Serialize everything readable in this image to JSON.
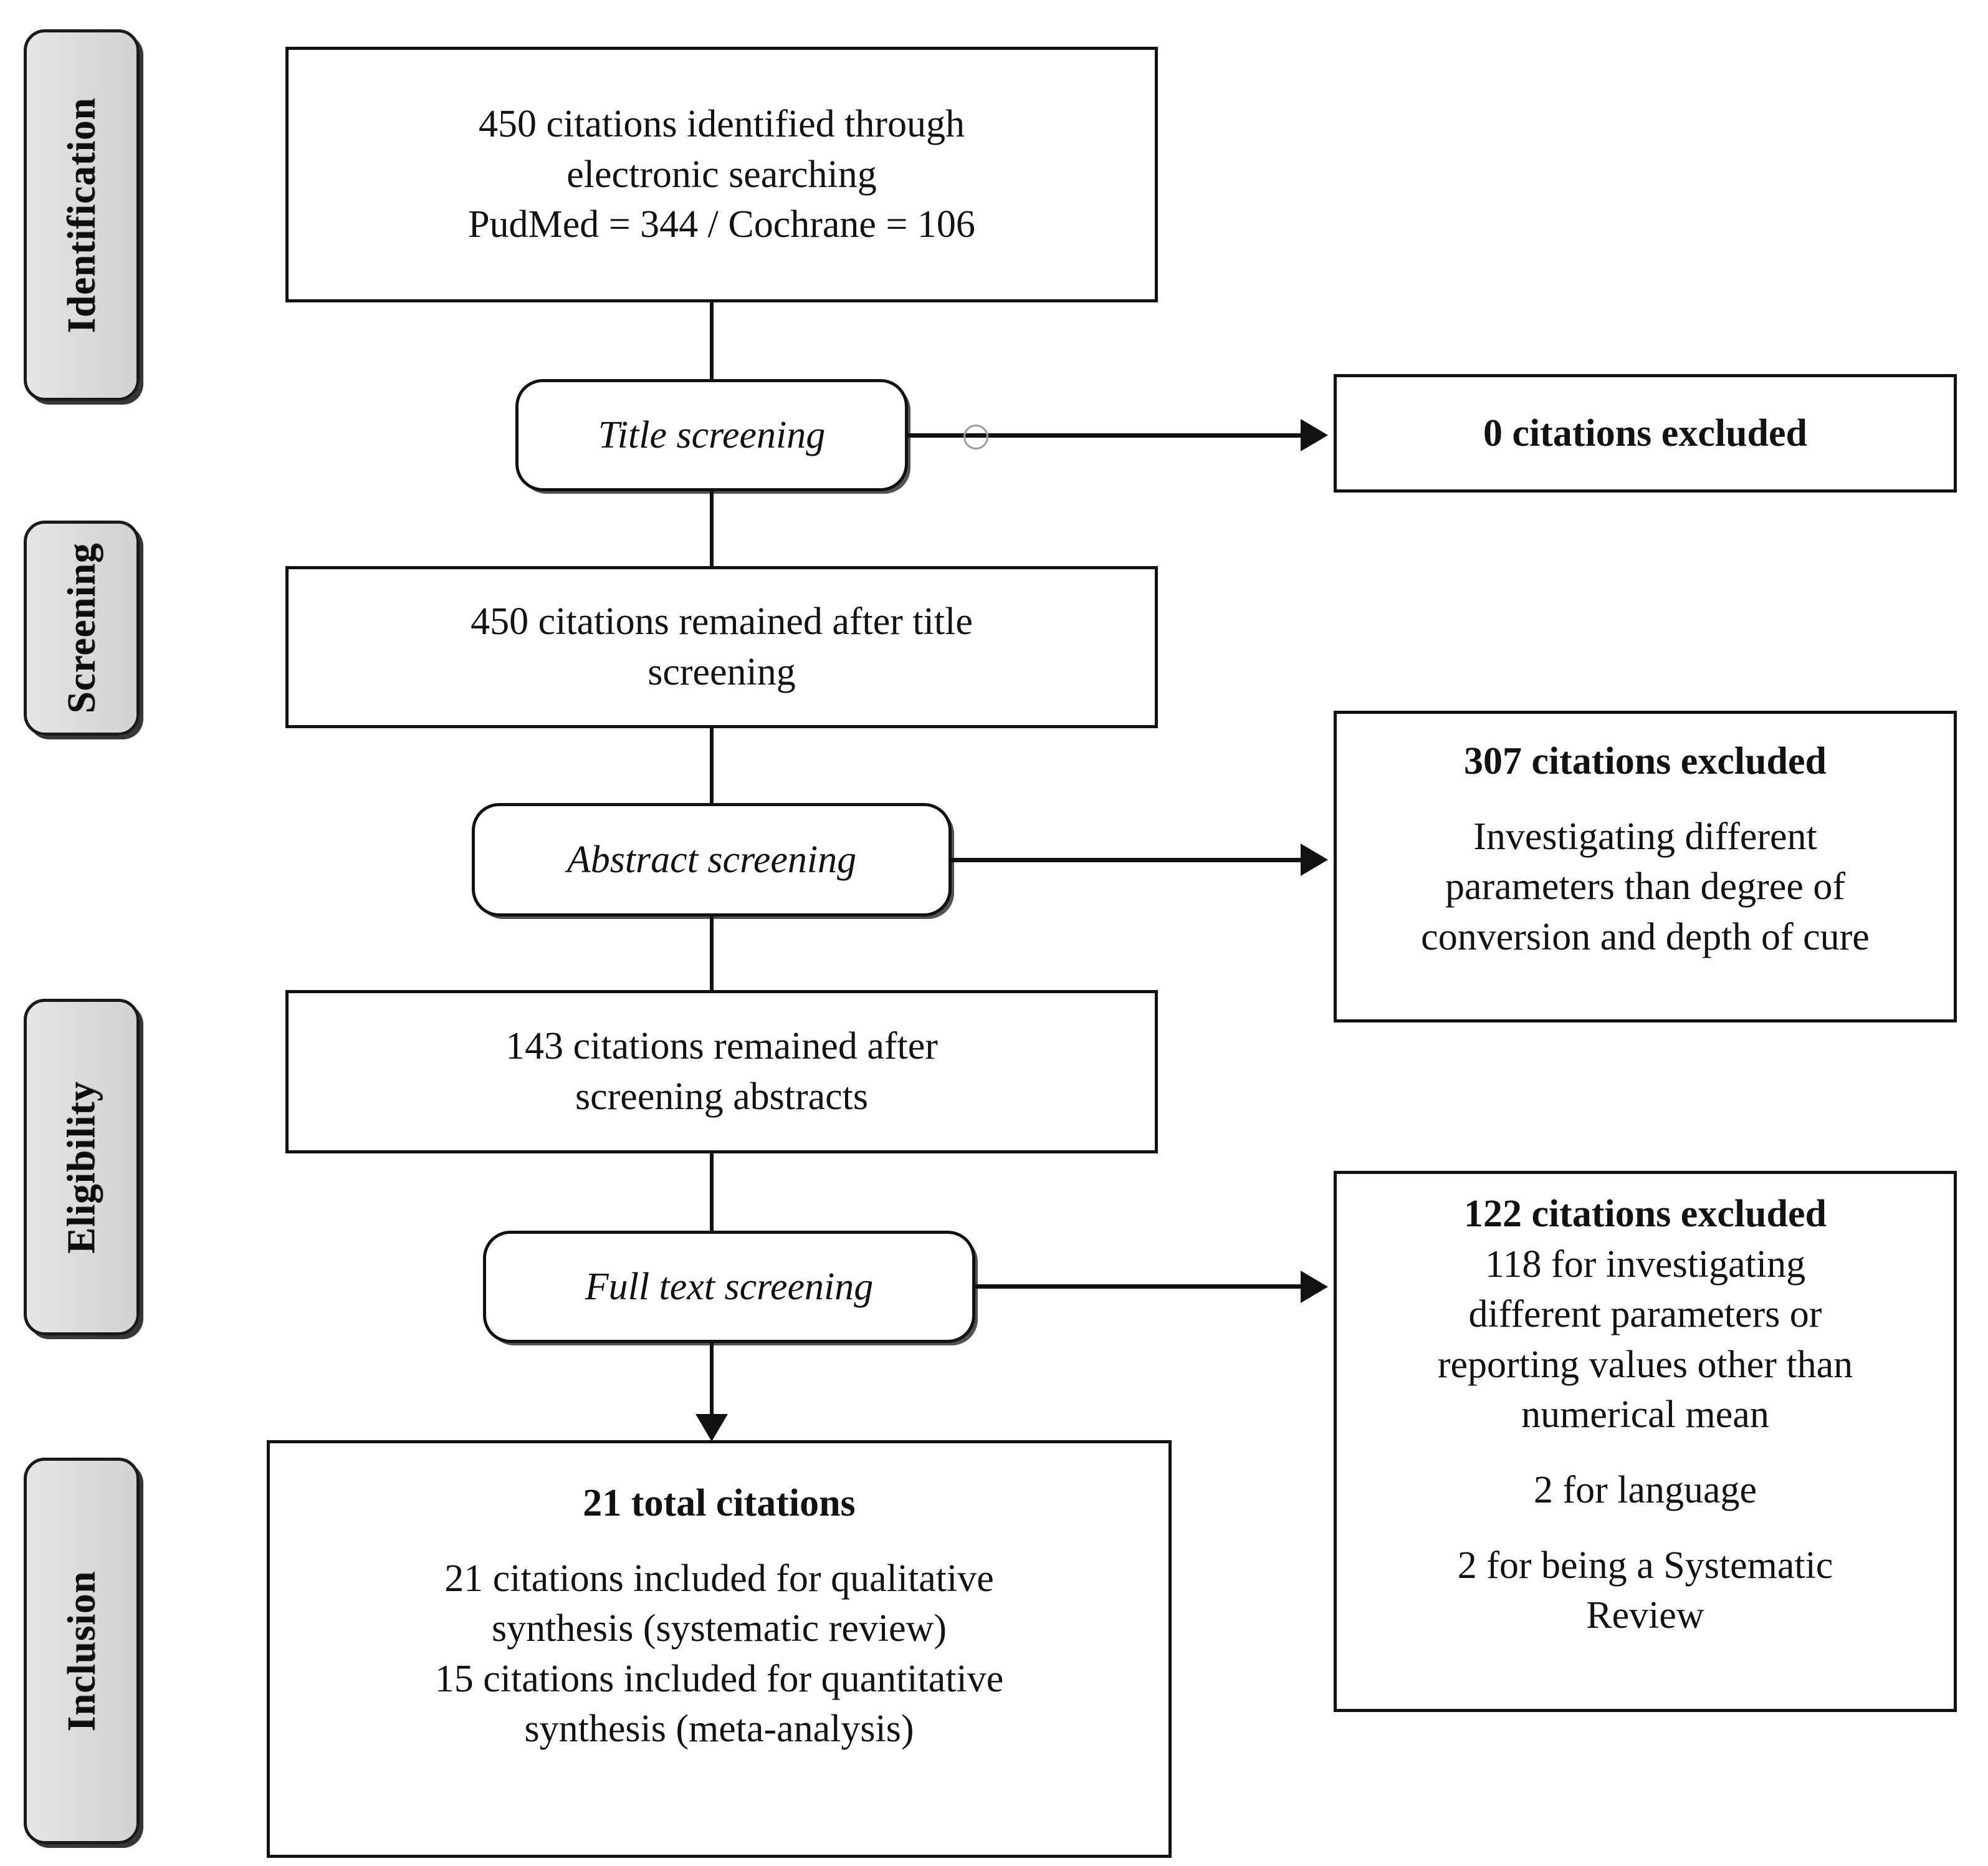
{
  "diagram": {
    "type": "prisma-flow-diagram",
    "stages": [
      {
        "id": "identification",
        "label": "Identification"
      },
      {
        "id": "screening",
        "label": "Screening"
      },
      {
        "id": "eligibility",
        "label": "Eligibility"
      },
      {
        "id": "inclusion",
        "label": "Inclusion"
      }
    ],
    "boxes": {
      "identified": {
        "lines": [
          "450 citations identified through",
          "electronic searching",
          "PudMed = 344 / Cochrane = 106"
        ]
      },
      "title_screening": {
        "label": "Title screening"
      },
      "excluded_title": {
        "heading": "0 citations excluded"
      },
      "remained_after_title": {
        "lines": [
          "450 citations remained after title",
          "screening"
        ]
      },
      "abstract_screening": {
        "label": "Abstract screening"
      },
      "excluded_abstract": {
        "heading": "307 citations excluded",
        "lines": [
          "Investigating different",
          "parameters than degree of",
          "conversion and depth of cure"
        ]
      },
      "remained_after_abstract": {
        "lines": [
          "143 citations remained after",
          "screening abstracts"
        ]
      },
      "full_text_screening": {
        "label": "Full text screening"
      },
      "excluded_fulltext": {
        "heading": "122 citations excluded",
        "reason_1": [
          "118 for investigating",
          "different parameters or",
          "reporting values other than",
          "numerical mean"
        ],
        "reason_2": "2 for language",
        "reason_3": [
          "2 for being a Systematic",
          "Review"
        ]
      },
      "included": {
        "heading": "21 total citations",
        "lines": [
          "21 citations included for qualitative",
          "synthesis (systematic review)",
          "15 citations included for quantitative",
          "synthesis (meta-analysis)"
        ]
      }
    },
    "colors": {
      "stroke": "#111111",
      "stage_fill": "#dcdcdc",
      "box_fill": "#ffffff",
      "text": "#121212"
    }
  }
}
